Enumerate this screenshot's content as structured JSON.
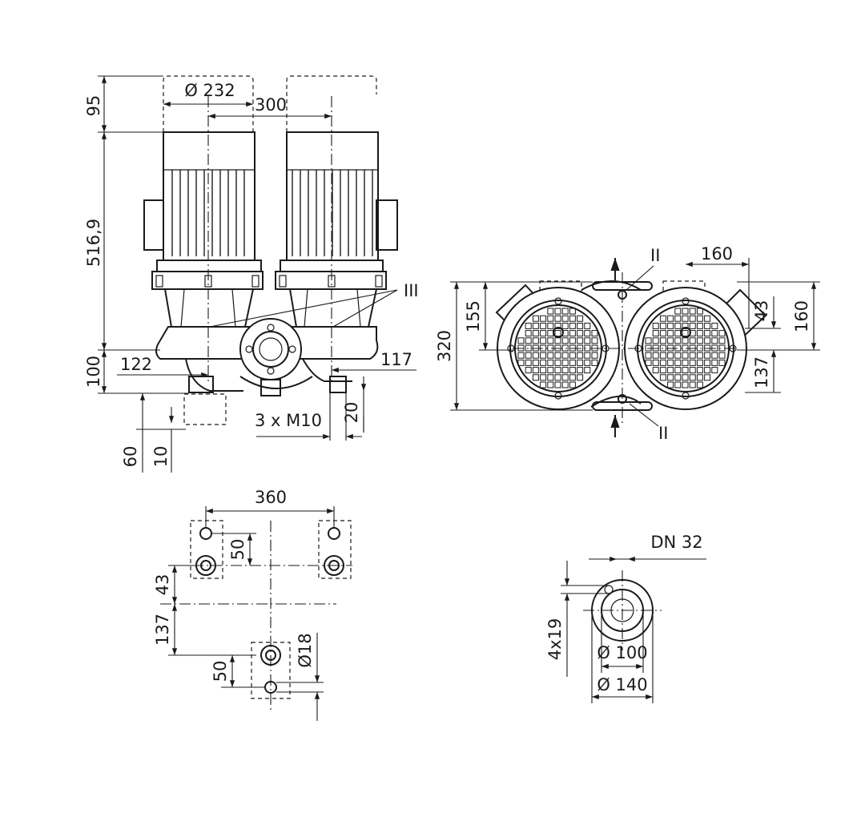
{
  "front_view": {
    "dim_top": "95",
    "dim_motor_diameter": "Ø 232",
    "dim_axis_spacing": "300",
    "dim_motor_height": "516,9",
    "dim_base_height": "100",
    "dim_left_offset": "122",
    "dim_right_offset": "117",
    "dim_bolts": "3 x M10",
    "dim_foot_height": "20",
    "dim_foot_a": "60",
    "dim_foot_b": "10",
    "label_III": "III"
  },
  "top_view": {
    "dim_total_width": "320",
    "dim_left_height": "155",
    "dim_right_height": "160",
    "dim_flange_spacing": "160",
    "dim_offset_43": "43",
    "dim_offset_137": "137",
    "label_II_top": "II",
    "label_II_bottom": "II"
  },
  "foot_plan": {
    "dim_width": "360",
    "dim_50_top": "50",
    "dim_43": "43",
    "dim_137": "137",
    "dim_50_bottom": "50",
    "dim_hole": "Ø18"
  },
  "flange_detail": {
    "dim_nominal": "DN 32",
    "dim_holes": "4x19",
    "dim_inner": "Ø 100",
    "dim_outer": "Ø 140"
  }
}
